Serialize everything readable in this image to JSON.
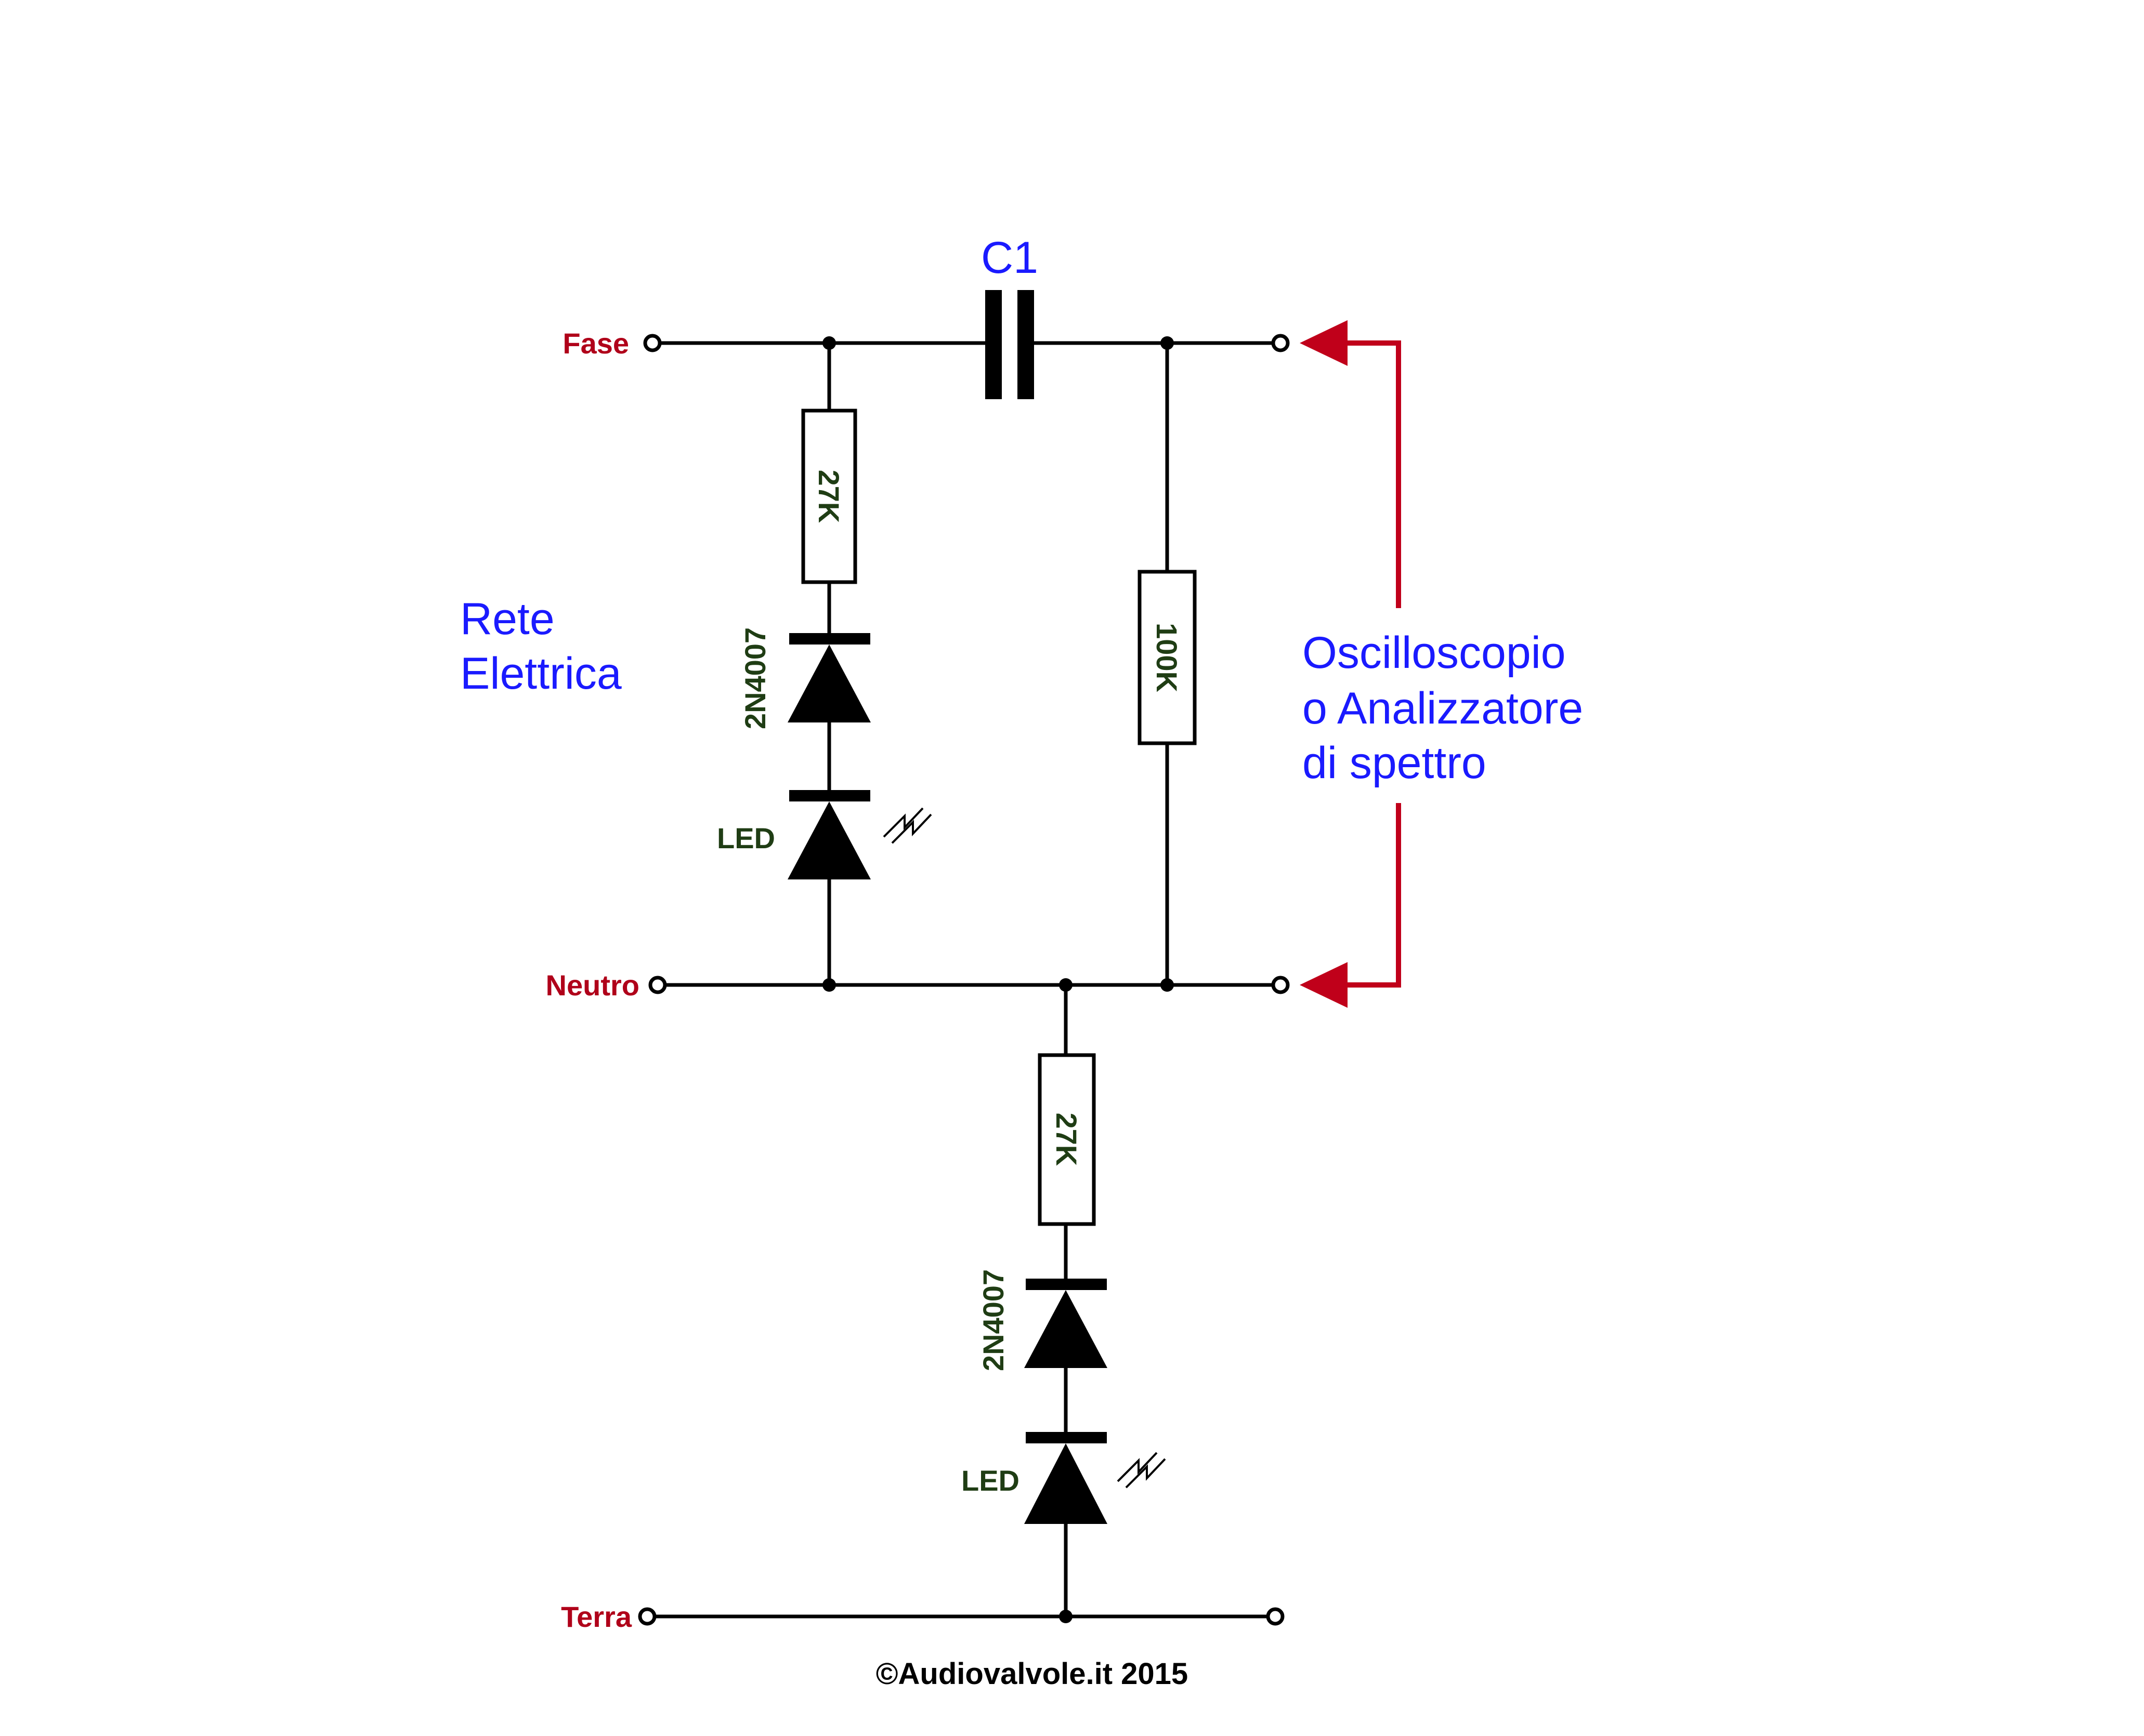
{
  "terminals": {
    "fase": "Fase",
    "neutro": "Neutro",
    "terra": "Terra"
  },
  "components": {
    "c1": "C1",
    "r_top_left": "27K",
    "r_right": "100K",
    "r_bottom": "27K",
    "diode_top": "2N4007",
    "diode_bottom": "2N4007",
    "led_top": "LED",
    "led_bottom": "LED"
  },
  "labels": {
    "rete_line1": "Rete",
    "rete_line2": "Elettrica",
    "osc_line1": "Oscilloscopio",
    "osc_line2": "o Analizzatore",
    "osc_line3": "di spettro"
  },
  "footer": {
    "copyright": "©Audiovalvole.it 2015"
  },
  "colors": {
    "terminal_label": "#b0001a",
    "component_label": "#1f3d14",
    "note_label": "#1a1aff",
    "arrow": "#c0001a"
  }
}
